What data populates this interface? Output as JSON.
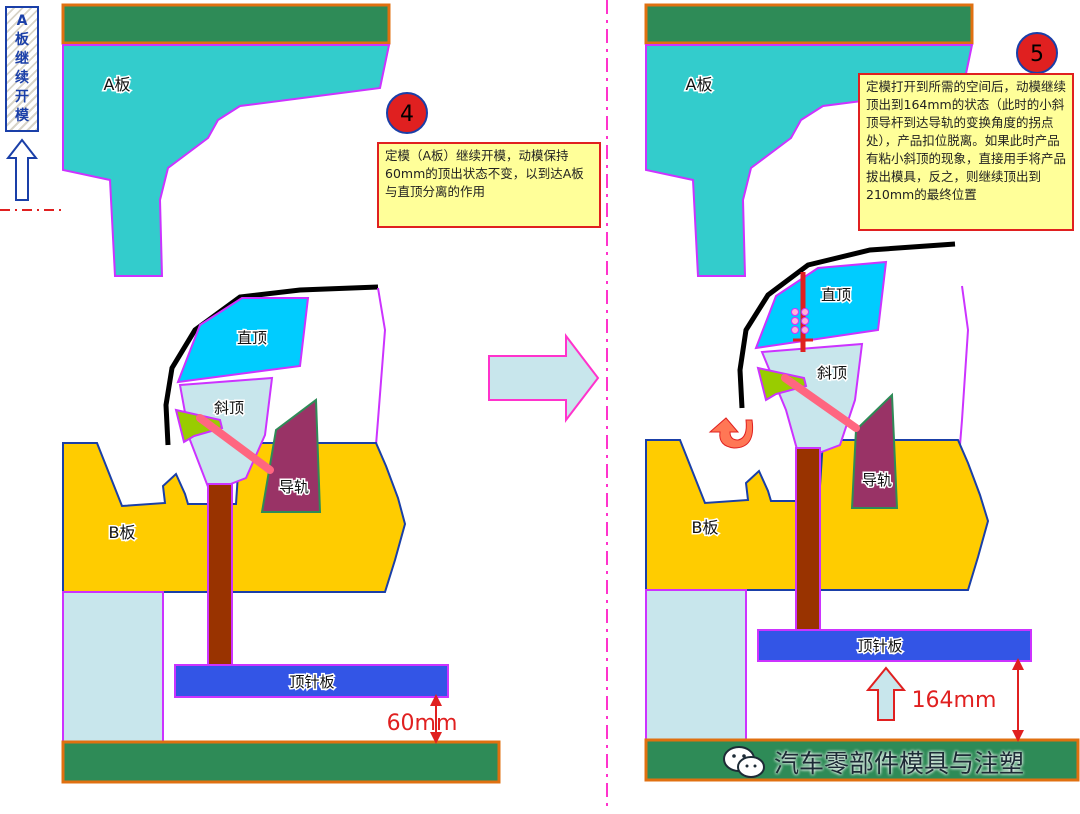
{
  "left_panel": {
    "vertical_label": "A板继续开模",
    "a_plate": "A板",
    "step_number": "4",
    "note": "定模（A板）继续开模，动模保持60mm的顶出状态不变，以到达A板与直顶分离的作用",
    "straight_lifter": "直顶",
    "angled_lifter": "斜顶",
    "guide_rail": "导轨",
    "b_plate": "B板",
    "ejector_plate": "顶针板",
    "dimension": "60mm"
  },
  "right_panel": {
    "a_plate": "A板",
    "step_number": "5",
    "note": "定模打开到所需的空间后，动模继续顶出到164mm的状态（此时的小斜顶导杆到达导轨的变换角度的拐点处），产品扣位脱离。如果此时产品有粘小斜顶的现象，直接用手将产品拔出模具，反之，则继续顶出到210mm的最终位置",
    "straight_lifter": "直顶",
    "angled_lifter": "斜顶",
    "guide_rail": "导轨",
    "b_plate": "B板",
    "ejector_plate": "顶针板",
    "dimension": "164mm"
  },
  "watermark": "汽车零部件模具与注塑",
  "colors": {
    "mold_plate": "#2e8b57",
    "plate_border": "#e07010",
    "a_plate_fill": "#33cccc",
    "b_plate_fill": "#ffcc00",
    "lifter_fill": "#00ccff",
    "angled_fill": "#c8e6ec",
    "rail_fill": "#993366",
    "rod_fill": "#993300",
    "ejector_fill": "#3355e6",
    "outline": "#cc33ff",
    "accent_red": "#e02020"
  }
}
